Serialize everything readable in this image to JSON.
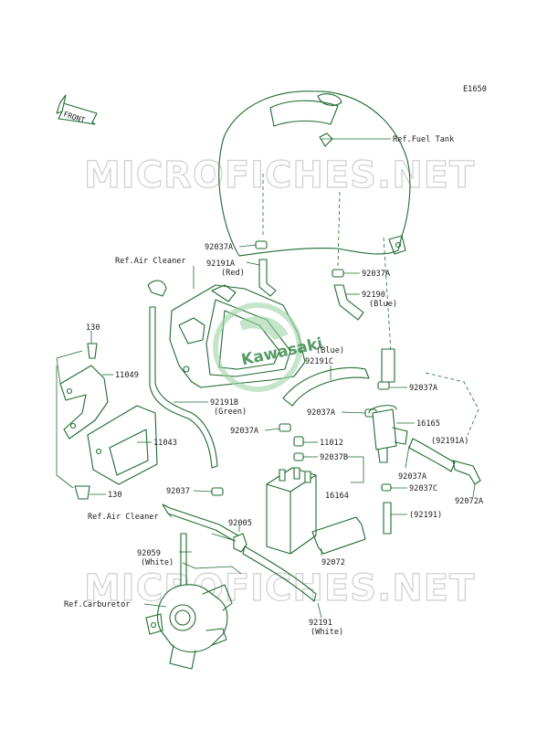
{
  "diagram_id": "E1650",
  "front_label": "FRONT",
  "watermark": "MICROFICHES.NET",
  "logo_text": "Kawasaki",
  "labels": {
    "ref_fuel_tank": "Ref.Fuel Tank",
    "ref_air_cleaner_top": "Ref.Air Cleaner",
    "ref_air_cleaner_bottom": "Ref.Air Cleaner",
    "ref_carburetor": "Ref.Carburetor",
    "p92037A_1": "92037A",
    "p92037A_2": "92037A",
    "p92037A_3": "92037A",
    "p92037A_4": "92037A",
    "p92037A_5": "92037A",
    "p92037A_6": "92037A",
    "p92191A": "92191A",
    "p92191A_color": "(Red)",
    "p92190": "92190",
    "p92190_color": "(Blue)",
    "p92191C": "92191C",
    "p92191C_color": "(Blue)",
    "p130_1": "130",
    "p130_2": "130",
    "p11049": "11049",
    "p11043": "11043",
    "p92191B": "92191B",
    "p92191B_color": "(Green)",
    "p16165": "16165",
    "p11012": "11012",
    "p92037B": "92037B",
    "p92191A_2": "(92191A)",
    "p92037": "92037",
    "p16164": "16164",
    "p92037C": "92037C",
    "p92072A": "92072A",
    "p92005": "92005",
    "p92191_paren": "(92191)",
    "p92059": "92059",
    "p92059_color": "(White)",
    "p92072": "92072",
    "p92191": "92191",
    "p92191_color": "(White)"
  },
  "colors": {
    "line": "#1e6b2f",
    "text": "#1a1a1a",
    "watermark": "#cfcfcf",
    "logo": "#1e7a34"
  }
}
